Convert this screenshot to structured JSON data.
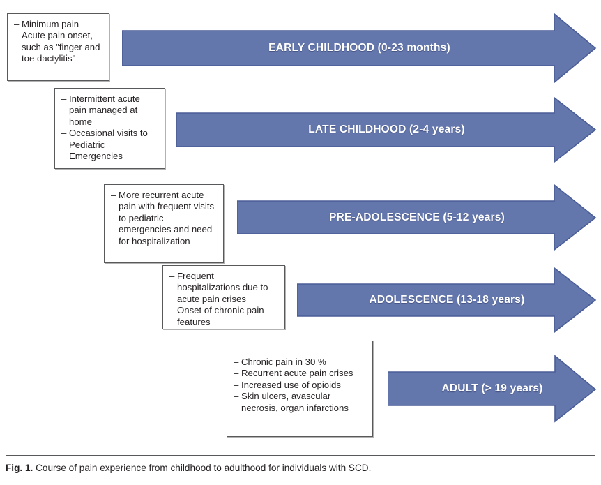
{
  "figure": {
    "accent_color": "#6477ad",
    "accent_border_color": "#4a5d96",
    "box_border_color": "#58595b",
    "label_color": "#ffffff",
    "caption_label": "Fig. 1.",
    "caption_text": "Course of pain experience from childhood to adulthood for individuals with SCD."
  },
  "stages": [
    {
      "arrow_label": "EARLY CHILDHOOD (0-23 months)",
      "box_items": [
        "Minimum pain",
        "Acute pain onset, such as \"finger and toe dactylitis\""
      ]
    },
    {
      "arrow_label": "LATE CHILDHOOD (2-4 years)",
      "box_items": [
        "Intermittent acute pain managed at home",
        "Occasional visits to Pediatric Emergencies"
      ]
    },
    {
      "arrow_label": "PRE-ADOLESCENCE (5-12 years)",
      "box_items": [
        "More recurrent acute pain with frequent visits to pediatric emergencies and need for hospitalization"
      ]
    },
    {
      "arrow_label": "ADOLESCENCE (13-18 years)",
      "box_items": [
        "Frequent hospitalizations due to acute pain crises",
        "Onset of chronic pain features"
      ]
    },
    {
      "arrow_label": "ADULT (> 19 years)",
      "box_items": [
        "Chronic pain in 30 %",
        "Recurrent acute pain crises",
        "Increased use of opioids",
        "Skin ulcers, avascular necrosis, organ infarctions"
      ]
    }
  ]
}
